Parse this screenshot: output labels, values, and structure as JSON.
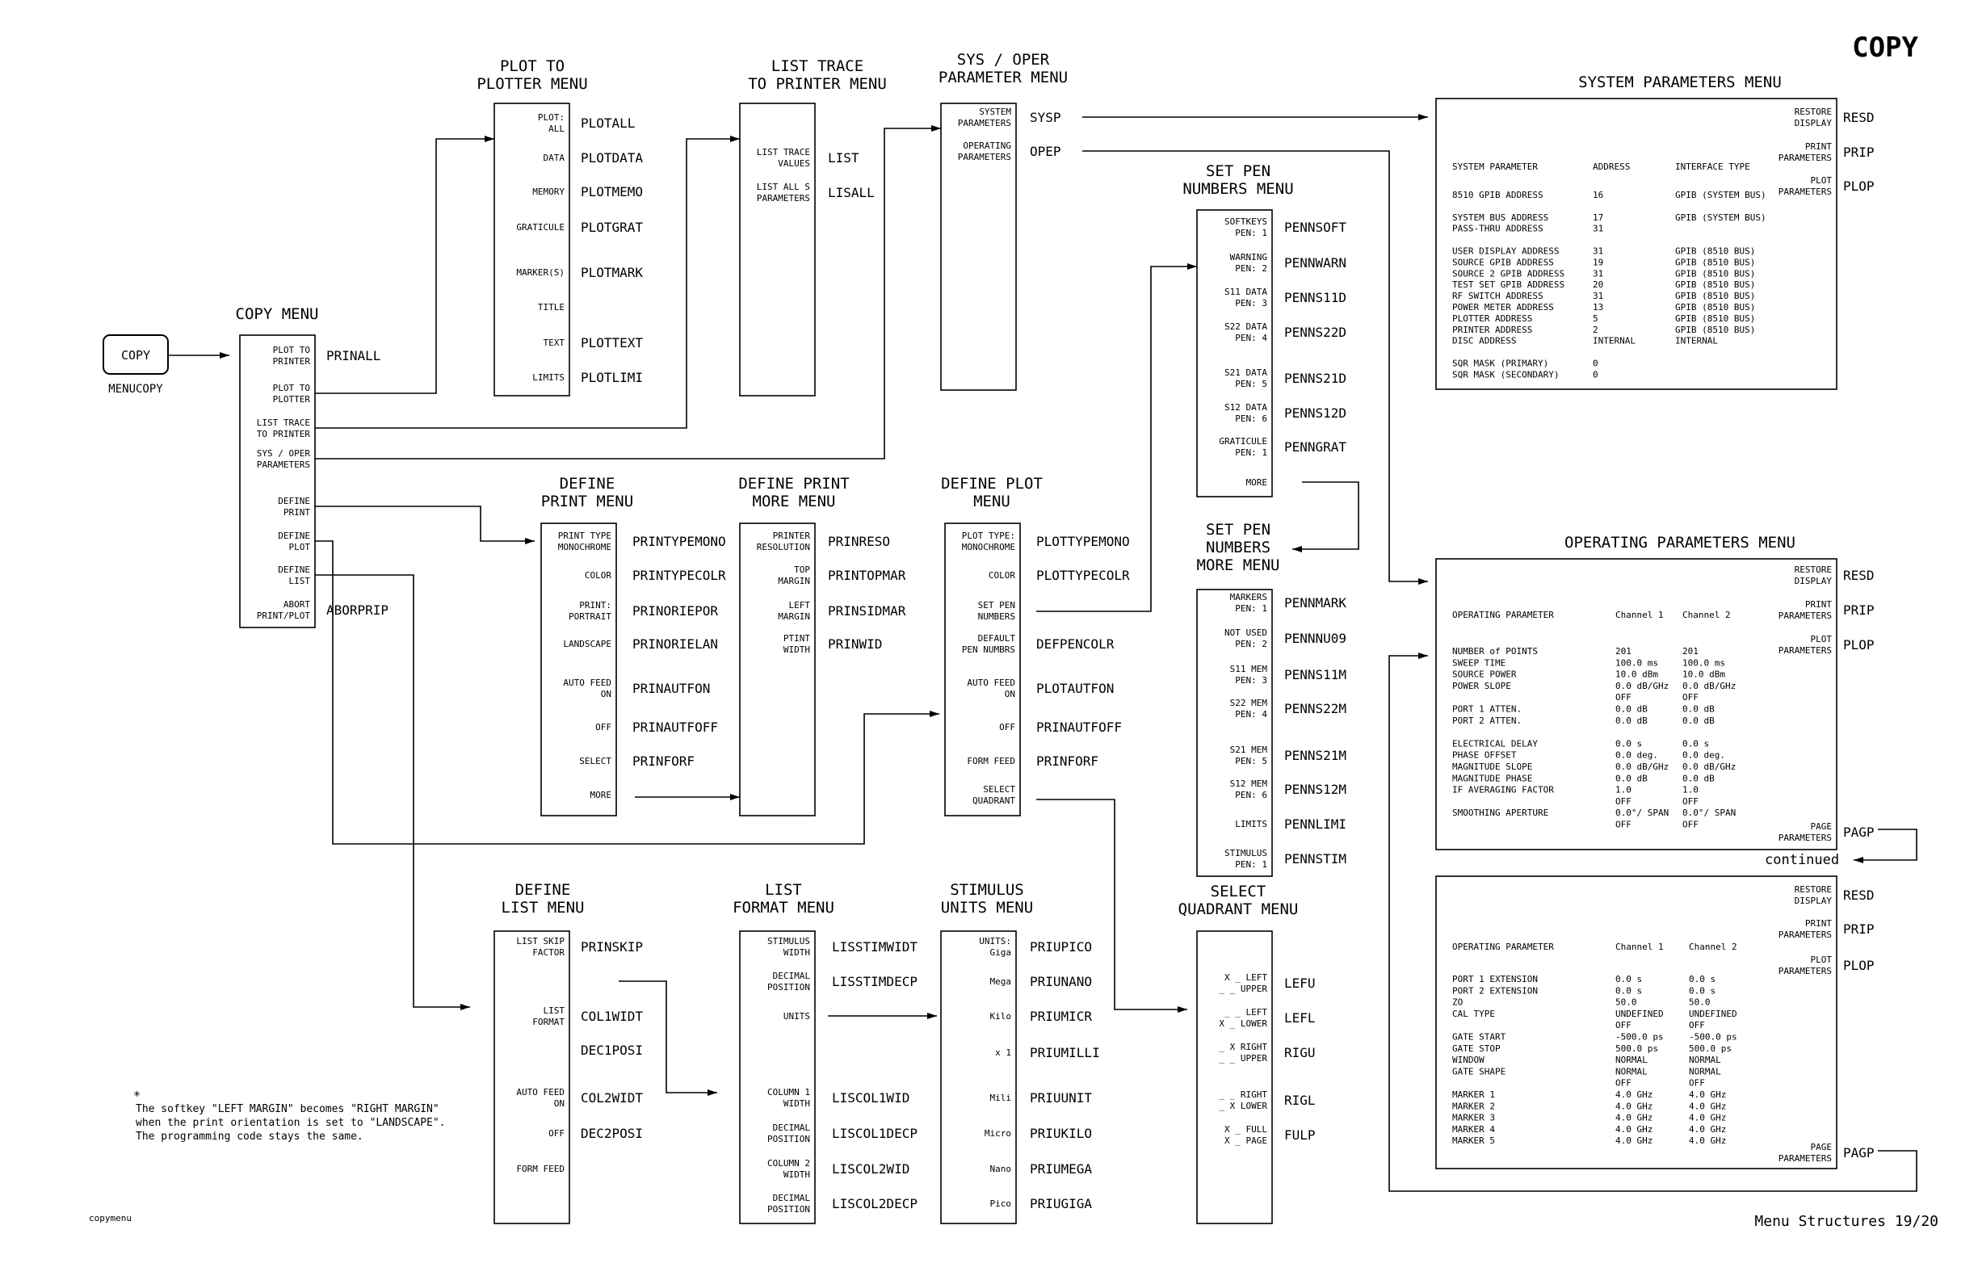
{
  "header": {
    "title": "COPY"
  },
  "footer": {
    "file": "copymenu",
    "page": "Menu Structures   19/20"
  },
  "copy_key": {
    "label": "COPY",
    "code": "MENUCOPY"
  },
  "footnote": [
    "The softkey \"LEFT MARGIN\" becomes \"RIGHT MARGIN\"",
    "when the print orientation is set to \"LANDSCAPE\".",
    "The programming code stays the same."
  ],
  "footnote_marker": "*",
  "continued": "continued",
  "menus": [
    {
      "id": "copy",
      "title": [
        "COPY MENU"
      ],
      "keys": [
        {
          "label": [
            "PLOT TO",
            "PRINTER"
          ],
          "code": "PRINALL"
        },
        {
          "label": [
            "PLOT TO",
            "PLOTTER"
          ],
          "code": ""
        },
        {
          "label": [
            "LIST TRACE",
            "TO PRINTER"
          ],
          "code": ""
        },
        {
          "label": [
            "SYS / OPER",
            "PARAMETERS"
          ],
          "code": ""
        },
        {
          "label": [
            "DEFINE",
            "PRINT"
          ],
          "code": ""
        },
        {
          "label": [
            "DEFINE",
            "PLOT"
          ],
          "code": ""
        },
        {
          "label": [
            "DEFINE",
            "LIST"
          ],
          "code": ""
        },
        {
          "label": [
            "ABORT",
            "PRINT/PLOT"
          ],
          "code": "ABORPRIP"
        }
      ]
    },
    {
      "id": "plot",
      "title": [
        "PLOT TO",
        "PLOTTER MENU"
      ],
      "keys": [
        {
          "label": [
            "PLOT:",
            "ALL"
          ],
          "code": "PLOTALL"
        },
        {
          "label": [
            "DATA"
          ],
          "code": "PLOTDATA"
        },
        {
          "label": [
            "MEMORY"
          ],
          "code": "PLOTMEMO"
        },
        {
          "label": [
            "GRATICULE"
          ],
          "code": "PLOTGRAT"
        },
        {
          "label": [
            "MARKER(S)"
          ],
          "code": "PLOTMARK"
        },
        {
          "label": [
            "TITLE"
          ],
          "code": ""
        },
        {
          "label": [
            "TEXT"
          ],
          "code": "PLOTTEXT"
        },
        {
          "label": [
            "LIMITS"
          ],
          "code": "PLOTLIMI"
        }
      ]
    },
    {
      "id": "list",
      "title": [
        "LIST TRACE",
        "TO PRINTER MENU"
      ],
      "keys": [
        {
          "label": [
            "LIST TRACE",
            "VALUES"
          ],
          "code": "LIST"
        },
        {
          "label": [
            "LIST ALL S",
            "PARAMETERS"
          ],
          "code": "LISALL"
        }
      ]
    },
    {
      "id": "sysoper",
      "title": [
        "SYS / OPER",
        "PARAMETER MENU"
      ],
      "keys": [
        {
          "label": [
            "SYSTEM",
            "PARAMETERS"
          ],
          "code": "SYSP"
        },
        {
          "label": [
            "OPERATING",
            "PARAMETERS"
          ],
          "code": "OPEP"
        }
      ]
    },
    {
      "id": "setpen",
      "title": [
        "SET PEN",
        "NUMBERS MENU"
      ],
      "keys": [
        {
          "label": [
            "SOFTKEYS",
            "PEN: 1"
          ],
          "code": "PENNSOFT"
        },
        {
          "label": [
            "WARNING",
            "PEN: 2"
          ],
          "code": "PENNWARN"
        },
        {
          "label": [
            "S11 DATA",
            "PEN: 3"
          ],
          "code": "PENNS11D"
        },
        {
          "label": [
            "S22 DATA",
            "PEN: 4"
          ],
          "code": "PENNS22D"
        },
        {
          "label": [
            "S21 DATA",
            "PEN: 5"
          ],
          "code": "PENNS21D"
        },
        {
          "label": [
            "S12 DATA",
            "PEN: 6"
          ],
          "code": "PENNS12D"
        },
        {
          "label": [
            "GRATICULE",
            "PEN: 1"
          ],
          "code": "PENNGRAT"
        },
        {
          "label": [
            "MORE"
          ],
          "code": ""
        }
      ]
    },
    {
      "id": "setpenmore",
      "title": [
        "SET PEN",
        "NUMBERS",
        "MORE MENU"
      ],
      "keys": [
        {
          "label": [
            "MARKERS",
            "PEN: 1"
          ],
          "code": "PENNMARK"
        },
        {
          "label": [
            "NOT USED",
            "PEN: 2"
          ],
          "code": "PENNNU09"
        },
        {
          "label": [
            "S11 MEM",
            "PEN: 3"
          ],
          "code": "PENNS11M"
        },
        {
          "label": [
            "S22 MEM",
            "PEN: 4"
          ],
          "code": "PENNS22M"
        },
        {
          "label": [
            "S21 MEM",
            "PEN: 5"
          ],
          "code": "PENNS21M"
        },
        {
          "label": [
            "S12 MEM",
            "PEN: 6"
          ],
          "code": "PENNS12M"
        },
        {
          "label": [
            "LIMITS"
          ],
          "code": "PENNLIMI"
        },
        {
          "label": [
            "STIMULUS",
            "PEN: 1"
          ],
          "code": "PENNSTIM"
        }
      ]
    },
    {
      "id": "defprint",
      "title": [
        "DEFINE",
        "PRINT MENU"
      ],
      "keys": [
        {
          "label": [
            "PRINT TYPE",
            "MONOCHROME"
          ],
          "code": "PRINTYPEMONO"
        },
        {
          "label": [
            "COLOR"
          ],
          "code": "PRINTYPECOLR"
        },
        {
          "label": [
            "PRINT:",
            "PORTRAIT"
          ],
          "code": "PRINORIEPOR"
        },
        {
          "label": [
            "LANDSCAPE"
          ],
          "code": "PRINORIELAN"
        },
        {
          "label": [
            "AUTO FEED",
            "ON"
          ],
          "code": "PRINAUTFON"
        },
        {
          "label": [
            "OFF"
          ],
          "code": "PRINAUTFOFF"
        },
        {
          "label": [
            "SELECT"
          ],
          "code": "PRINFORF"
        },
        {
          "label": [
            "MORE"
          ],
          "code": ""
        }
      ]
    },
    {
      "id": "defprintmore",
      "title": [
        "DEFINE PRINT",
        "MORE MENU"
      ],
      "keys": [
        {
          "label": [
            "PRINTER",
            "RESOLUTION"
          ],
          "code": "PRINRESO"
        },
        {
          "label": [
            "TOP",
            "MARGIN"
          ],
          "code": "PRINTOPMAR"
        },
        {
          "label": [
            "LEFT",
            "MARGIN"
          ],
          "code": "PRINSIDMAR"
        },
        {
          "label": [
            "PTINT",
            "WIDTH"
          ],
          "code": "PRINWID"
        }
      ]
    },
    {
      "id": "defplot",
      "title": [
        "DEFINE PLOT",
        "MENU"
      ],
      "keys": [
        {
          "label": [
            "PLOT TYPE:",
            "MONOCHROME"
          ],
          "code": "PLOTTYPEMONO"
        },
        {
          "label": [
            "COLOR"
          ],
          "code": "PLOTTYPECOLR"
        },
        {
          "label": [
            "SET PEN",
            "NUMBERS"
          ],
          "code": ""
        },
        {
          "label": [
            "DEFAULT",
            "PEN NUMBRS"
          ],
          "code": "DEFPENCOLR"
        },
        {
          "label": [
            "AUTO FEED",
            "ON"
          ],
          "code": "PLOTAUTFON"
        },
        {
          "label": [
            "OFF"
          ],
          "code": "PRINAUTFOFF"
        },
        {
          "label": [
            "FORM FEED"
          ],
          "code": "PRINFORF"
        },
        {
          "label": [
            "SELECT",
            "QUADRANT"
          ],
          "code": ""
        }
      ]
    },
    {
      "id": "deflist",
      "title": [
        "DEFINE",
        "LIST MENU"
      ],
      "keys": [
        {
          "label": [
            "LIST SKIP",
            "FACTOR"
          ],
          "code": "PRINSKIP"
        },
        {
          "label": [
            "LIST",
            "FORMAT"
          ],
          "code": "COL1WIDT"
        },
        {
          "label": [],
          "code": "DEC1POSI"
        },
        {
          "label": [
            "AUTO FEED",
            "ON"
          ],
          "code": "COL2WIDT"
        },
        {
          "label": [
            "OFF"
          ],
          "code": "DEC2POSI"
        },
        {
          "label": [
            "FORM FEED"
          ],
          "code": ""
        }
      ]
    },
    {
      "id": "listformat",
      "title": [
        "LIST",
        "FORMAT MENU"
      ],
      "keys": [
        {
          "label": [
            "STIMULUS",
            "WIDTH"
          ],
          "code": "LISSTIMWIDT"
        },
        {
          "label": [
            "DECIMAL",
            "POSITION"
          ],
          "code": "LISSTIMDECP"
        },
        {
          "label": [
            "UNITS"
          ],
          "code": ""
        },
        {
          "label": [
            "COLUMN 1",
            "WIDTH"
          ],
          "code": "LISCOL1WID"
        },
        {
          "label": [
            "DECIMAL",
            "POSITION"
          ],
          "code": "LISCOL1DECP"
        },
        {
          "label": [
            "COLUMN 2",
            "WIDTH"
          ],
          "code": "LISCOL2WID"
        },
        {
          "label": [
            "DECIMAL",
            "POSITION"
          ],
          "code": "LISCOL2DECP"
        }
      ]
    },
    {
      "id": "stimunits",
      "title": [
        "STIMULUS",
        "UNITS MENU"
      ],
      "keys": [
        {
          "label": [
            "UNITS:",
            "Giga"
          ],
          "code": "PRIUPICO"
        },
        {
          "label": [
            "Mega"
          ],
          "code": "PRIUNANO"
        },
        {
          "label": [
            "Kilo"
          ],
          "code": "PRIUMICR"
        },
        {
          "label": [
            "x 1"
          ],
          "code": "PRIUMILLI"
        },
        {
          "label": [
            "Mili"
          ],
          "code": "PRIUUNIT"
        },
        {
          "label": [
            "Micro"
          ],
          "code": "PRIUKILO"
        },
        {
          "label": [
            "Nano"
          ],
          "code": "PRIUMEGA"
        },
        {
          "label": [
            "Pico"
          ],
          "code": "PRIUGIGA"
        }
      ]
    },
    {
      "id": "quadrant",
      "title": [
        "SELECT",
        "QUADRANT MENU"
      ],
      "keys": [
        {
          "label": [
            "X _  LEFT",
            "_ _ UPPER"
          ],
          "code": "LEFU"
        },
        {
          "label": [
            "_ _  LEFT",
            "X _ LOWER"
          ],
          "code": "LEFL"
        },
        {
          "label": [
            "_ X RIGHT",
            "_ _ UPPER"
          ],
          "code": "RIGU"
        },
        {
          "label": [
            "_ _ RIGHT",
            "_ X LOWER"
          ],
          "code": "RIGL"
        },
        {
          "label": [
            "X _  FULL",
            "X _  PAGE"
          ],
          "code": "FULP"
        }
      ]
    }
  ],
  "panels": [
    {
      "id": "sys",
      "title": "SYSTEM PARAMETERS MENU",
      "keys": [
        {
          "label": [
            "RESTORE",
            "DISPLAY"
          ],
          "code": "RESD"
        },
        {
          "label": [
            "PRINT",
            "PARAMETERS"
          ],
          "code": "PRIP"
        },
        {
          "label": [
            "PLOT",
            "PARAMETERS"
          ],
          "code": "PLOP"
        }
      ],
      "headers": [
        "SYSTEM PARAMETER",
        "ADDRESS",
        "INTERFACE TYPE"
      ],
      "rows": [
        [
          "8510 GPIB ADDRESS",
          "16",
          "GPIB (SYSTEM BUS)"
        ],
        [
          "",
          "",
          ""
        ],
        [
          "SYSTEM BUS ADDRESS",
          "17",
          "GPIB (SYSTEM BUS)"
        ],
        [
          "PASS-THRU ADDRESS",
          "31",
          ""
        ],
        [
          "",
          "",
          ""
        ],
        [
          "USER DISPLAY ADDRESS",
          "31",
          "GPIB (8510 BUS)"
        ],
        [
          "SOURCE GPIB ADDRESS",
          "19",
          "GPIB (8510 BUS)"
        ],
        [
          "SOURCE 2 GPIB ADDRESS",
          "31",
          "GPIB (8510 BUS)"
        ],
        [
          "TEST SET GPIB ADDRESS",
          "20",
          "GPIB (8510 BUS)"
        ],
        [
          "RF SWITCH ADDRESS",
          "31",
          "GPIB (8510 BUS)"
        ],
        [
          "POWER METER ADDRESS",
          "13",
          "GPIB (8510 BUS)"
        ],
        [
          "PLOTTER ADDRESS",
          "5",
          "GPIB (8510 BUS)"
        ],
        [
          "PRINTER ADDRESS",
          "2",
          "GPIB (8510 BUS)"
        ],
        [
          "DISC ADDRESS",
          "INTERNAL",
          "INTERNAL"
        ],
        [
          "",
          "",
          ""
        ],
        [
          "SQR MASK (PRIMARY)",
          "0",
          ""
        ],
        [
          "SQR MASK (SECONDARY)",
          "0",
          ""
        ]
      ]
    },
    {
      "id": "op1",
      "title": "OPERATING PARAMETERS MENU",
      "keys": [
        {
          "label": [
            "RESTORE",
            "DISPLAY"
          ],
          "code": "RESD"
        },
        {
          "label": [
            "PRINT",
            "PARAMETERS"
          ],
          "code": "PRIP"
        },
        {
          "label": [
            "PLOT",
            "PARAMETERS"
          ],
          "code": "PLOP"
        },
        {
          "label": [
            "PAGE",
            "PARAMETERS"
          ],
          "code": "PAGP"
        }
      ],
      "headers": [
        "OPERATING PARAMETER",
        "Channel 1",
        "Channel 2"
      ],
      "rows": [
        [
          "NUMBER of POINTS",
          "201",
          "201"
        ],
        [
          "SWEEP TIME",
          "100.0 ms",
          "100.0 ms"
        ],
        [
          "SOURCE POWER",
          "10.0 dBm",
          "10.0 dBm"
        ],
        [
          "POWER SLOPE",
          "0.0 dB/GHz",
          "0.0 dB/GHz"
        ],
        [
          "",
          "OFF",
          "OFF"
        ],
        [
          "PORT 1 ATTEN.",
          "0.0 dB",
          "0.0 dB"
        ],
        [
          "PORT 2 ATTEN.",
          "0.0 dB",
          "0.0 dB"
        ],
        [
          "",
          "",
          ""
        ],
        [
          "ELECTRICAL DELAY",
          "0.0 s",
          "0.0 s"
        ],
        [
          "PHASE OFFSET",
          "0.0 deg.",
          "0.0 deg."
        ],
        [
          "MAGNITUDE SLOPE",
          "0.0 dB/GHz",
          "0.0 dB/GHz"
        ],
        [
          "MAGNITUDE PHASE",
          "0.0 dB",
          "0.0 dB"
        ],
        [
          "IF AVERAGING FACTOR",
          "1.0",
          "1.0"
        ],
        [
          "",
          "OFF",
          "OFF"
        ],
        [
          "SMOOTHING APERTURE",
          "0.0°/ SPAN",
          "0.0°/ SPAN"
        ],
        [
          "",
          "OFF",
          "OFF"
        ]
      ]
    },
    {
      "id": "op2",
      "title": "",
      "keys": [
        {
          "label": [
            "RESTORE",
            "DISPLAY"
          ],
          "code": "RESD"
        },
        {
          "label": [
            "PRINT",
            "PARAMETERS"
          ],
          "code": "PRIP"
        },
        {
          "label": [
            "PLOT",
            "PARAMETERS"
          ],
          "code": "PLOP"
        },
        {
          "label": [
            "PAGE",
            "PARAMETERS"
          ],
          "code": "PAGP"
        }
      ],
      "headers": [
        "OPERATING PARAMETER",
        "Channel 1",
        "Channel 2"
      ],
      "rows": [
        [
          "PORT 1 EXTENSION",
          "0.0 s",
          "0.0 s"
        ],
        [
          "PORT 2 EXTENSION",
          "0.0 s",
          "0.0 s"
        ],
        [
          "ZO",
          "50.0",
          "50.0"
        ],
        [
          "CAL TYPE",
          "UNDEFINED",
          "UNDEFINED"
        ],
        [
          "",
          "OFF",
          "OFF"
        ],
        [
          "GATE START",
          "-500.0 ps",
          "-500.0 ps"
        ],
        [
          "GATE STOP",
          "500.0 ps",
          "500.0 ps"
        ],
        [
          "WINDOW",
          "NORMAL",
          "NORMAL"
        ],
        [
          "GATE SHAPE",
          "NORMAL",
          "NORMAL"
        ],
        [
          "",
          "OFF",
          "OFF"
        ],
        [
          "MARKER 1",
          "4.0 GHz",
          "4.0 GHz"
        ],
        [
          "MARKER 2",
          "4.0 GHz",
          "4.0 GHz"
        ],
        [
          "MARKER 3",
          "4.0 GHz",
          "4.0 GHz"
        ],
        [
          "MARKER 4",
          "4.0 GHz",
          "4.0 GHz"
        ],
        [
          "MARKER 5",
          "4.0 GHz",
          "4.0 GHz"
        ]
      ]
    }
  ]
}
